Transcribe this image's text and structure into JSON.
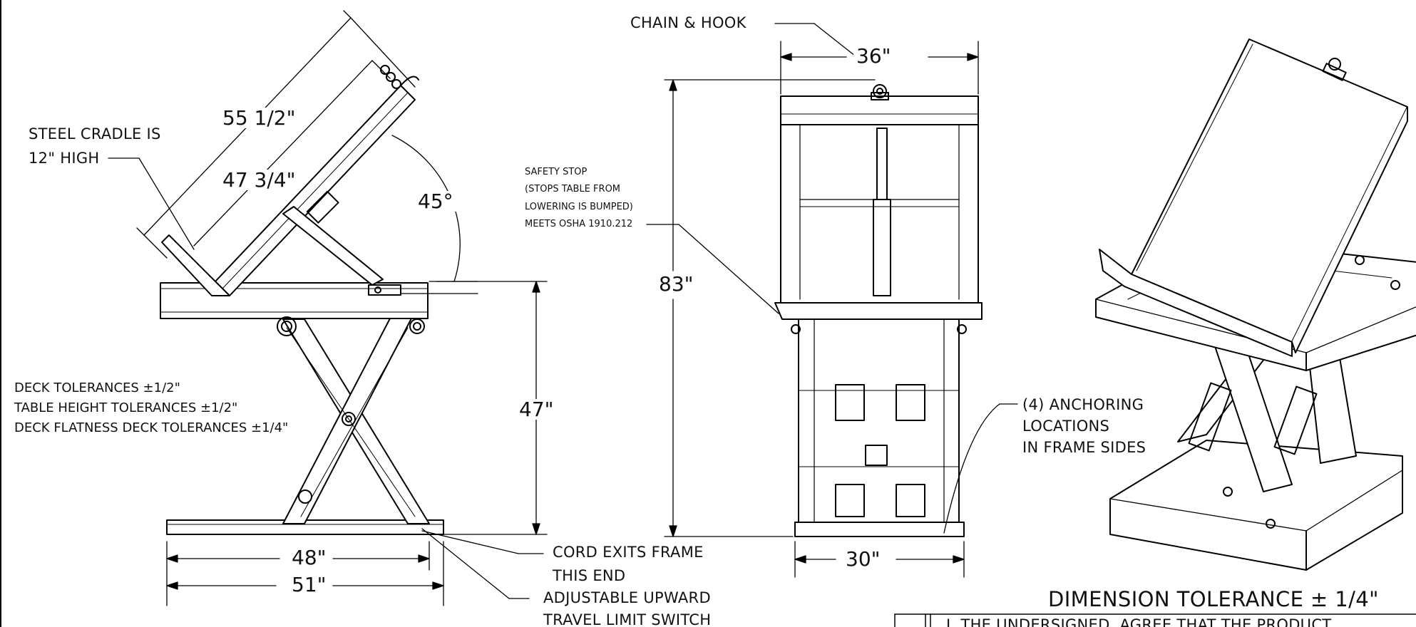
{
  "views": {
    "side": {
      "cradle_note": [
        "STEEL CRADLE IS",
        "12\" HIGH"
      ],
      "dim_outer_length": "55 1/2\"",
      "dim_inner_length": "47 3/4\"",
      "dim_angle": "45°",
      "dim_table_height": "47\"",
      "dim_base_length": "48\"",
      "dim_overall_length": "51\"",
      "tolerances": [
        "DECK TOLERANCES ±1/2\"",
        "TABLE HEIGHT TOLERANCES ±1/2\"",
        "DECK FLATNESS DECK TOLERANCES ±1/4\""
      ],
      "cord_note": [
        "CORD EXITS FRAME",
        "THIS END"
      ],
      "switch_note": [
        "ADJUSTABLE UPWARD",
        "TRAVEL LIMIT SWITCH"
      ]
    },
    "front": {
      "chain_label": "CHAIN & HOOK",
      "dim_width": "36\"",
      "dim_height": "83\"",
      "dim_base_width": "30\"",
      "safety_note": [
        "SAFETY STOP",
        "(STOPS TABLE FROM",
        "LOWERING IS BUMPED)",
        "MEETS OSHA 1910.212"
      ],
      "anchor_note": [
        "(4) ANCHORING",
        "LOCATIONS",
        "IN FRAME SIDES"
      ]
    }
  },
  "title_block": {
    "dimension_tolerance": "DIMENSION TOLERANCE ± 1/4\"",
    "statement": "I, THE UNDERSIGNED, AGREE THAT THE PRODUCT"
  }
}
